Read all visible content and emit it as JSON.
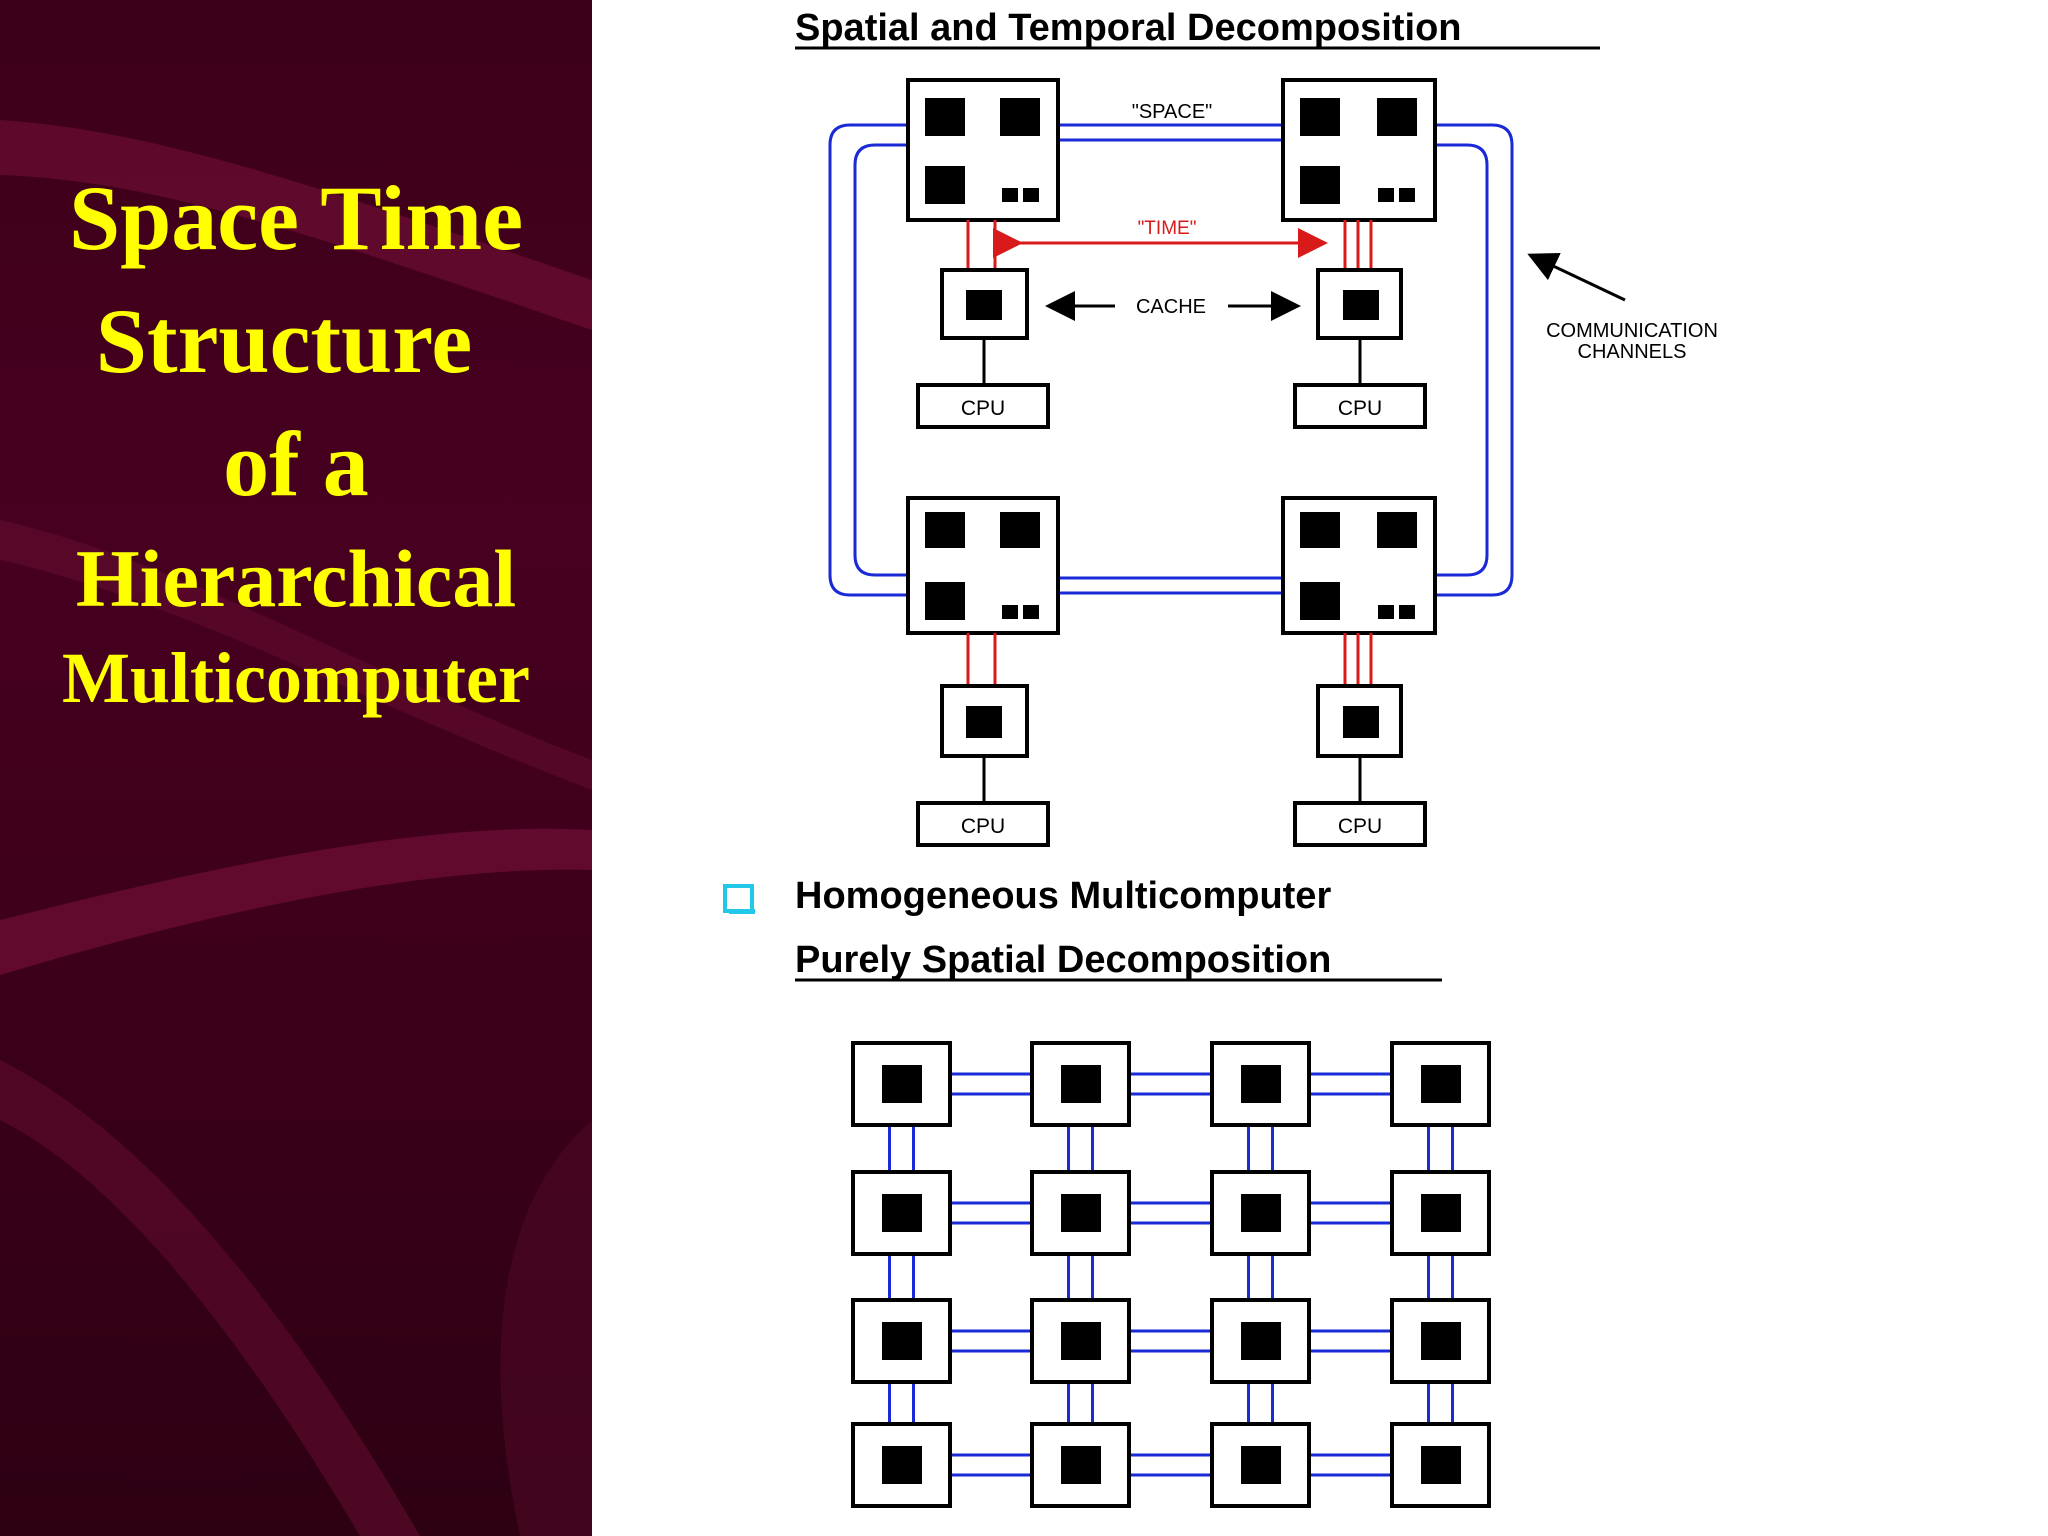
{
  "slide_title": {
    "line1": "Space Time",
    "line2": "Structure",
    "line3": "of a",
    "line4": "Hierarchical",
    "line5": "Multicomputer"
  },
  "top_diagram": {
    "heading": "Spatial and Temporal Decomposition",
    "space_label": "\"SPACE\"",
    "time_label": "\"TIME\"",
    "cache_label": "CACHE",
    "cpu_label": "CPU",
    "comm_label_line1": "COMMUNICATION",
    "comm_label_line2": "CHANNELS"
  },
  "bottom_diagram": {
    "bullet_line1": "Homogeneous Multicomputer",
    "bullet_line2": "Purely Spatial Decomposition",
    "grid_rows": 4,
    "grid_cols": 4
  },
  "colors": {
    "title_yellow": "#ffff00",
    "left_panel": "#470020",
    "channel_blue": "#1a2ad6",
    "time_red": "#d81a1a",
    "bullet_cyan": "#22c8e8"
  }
}
